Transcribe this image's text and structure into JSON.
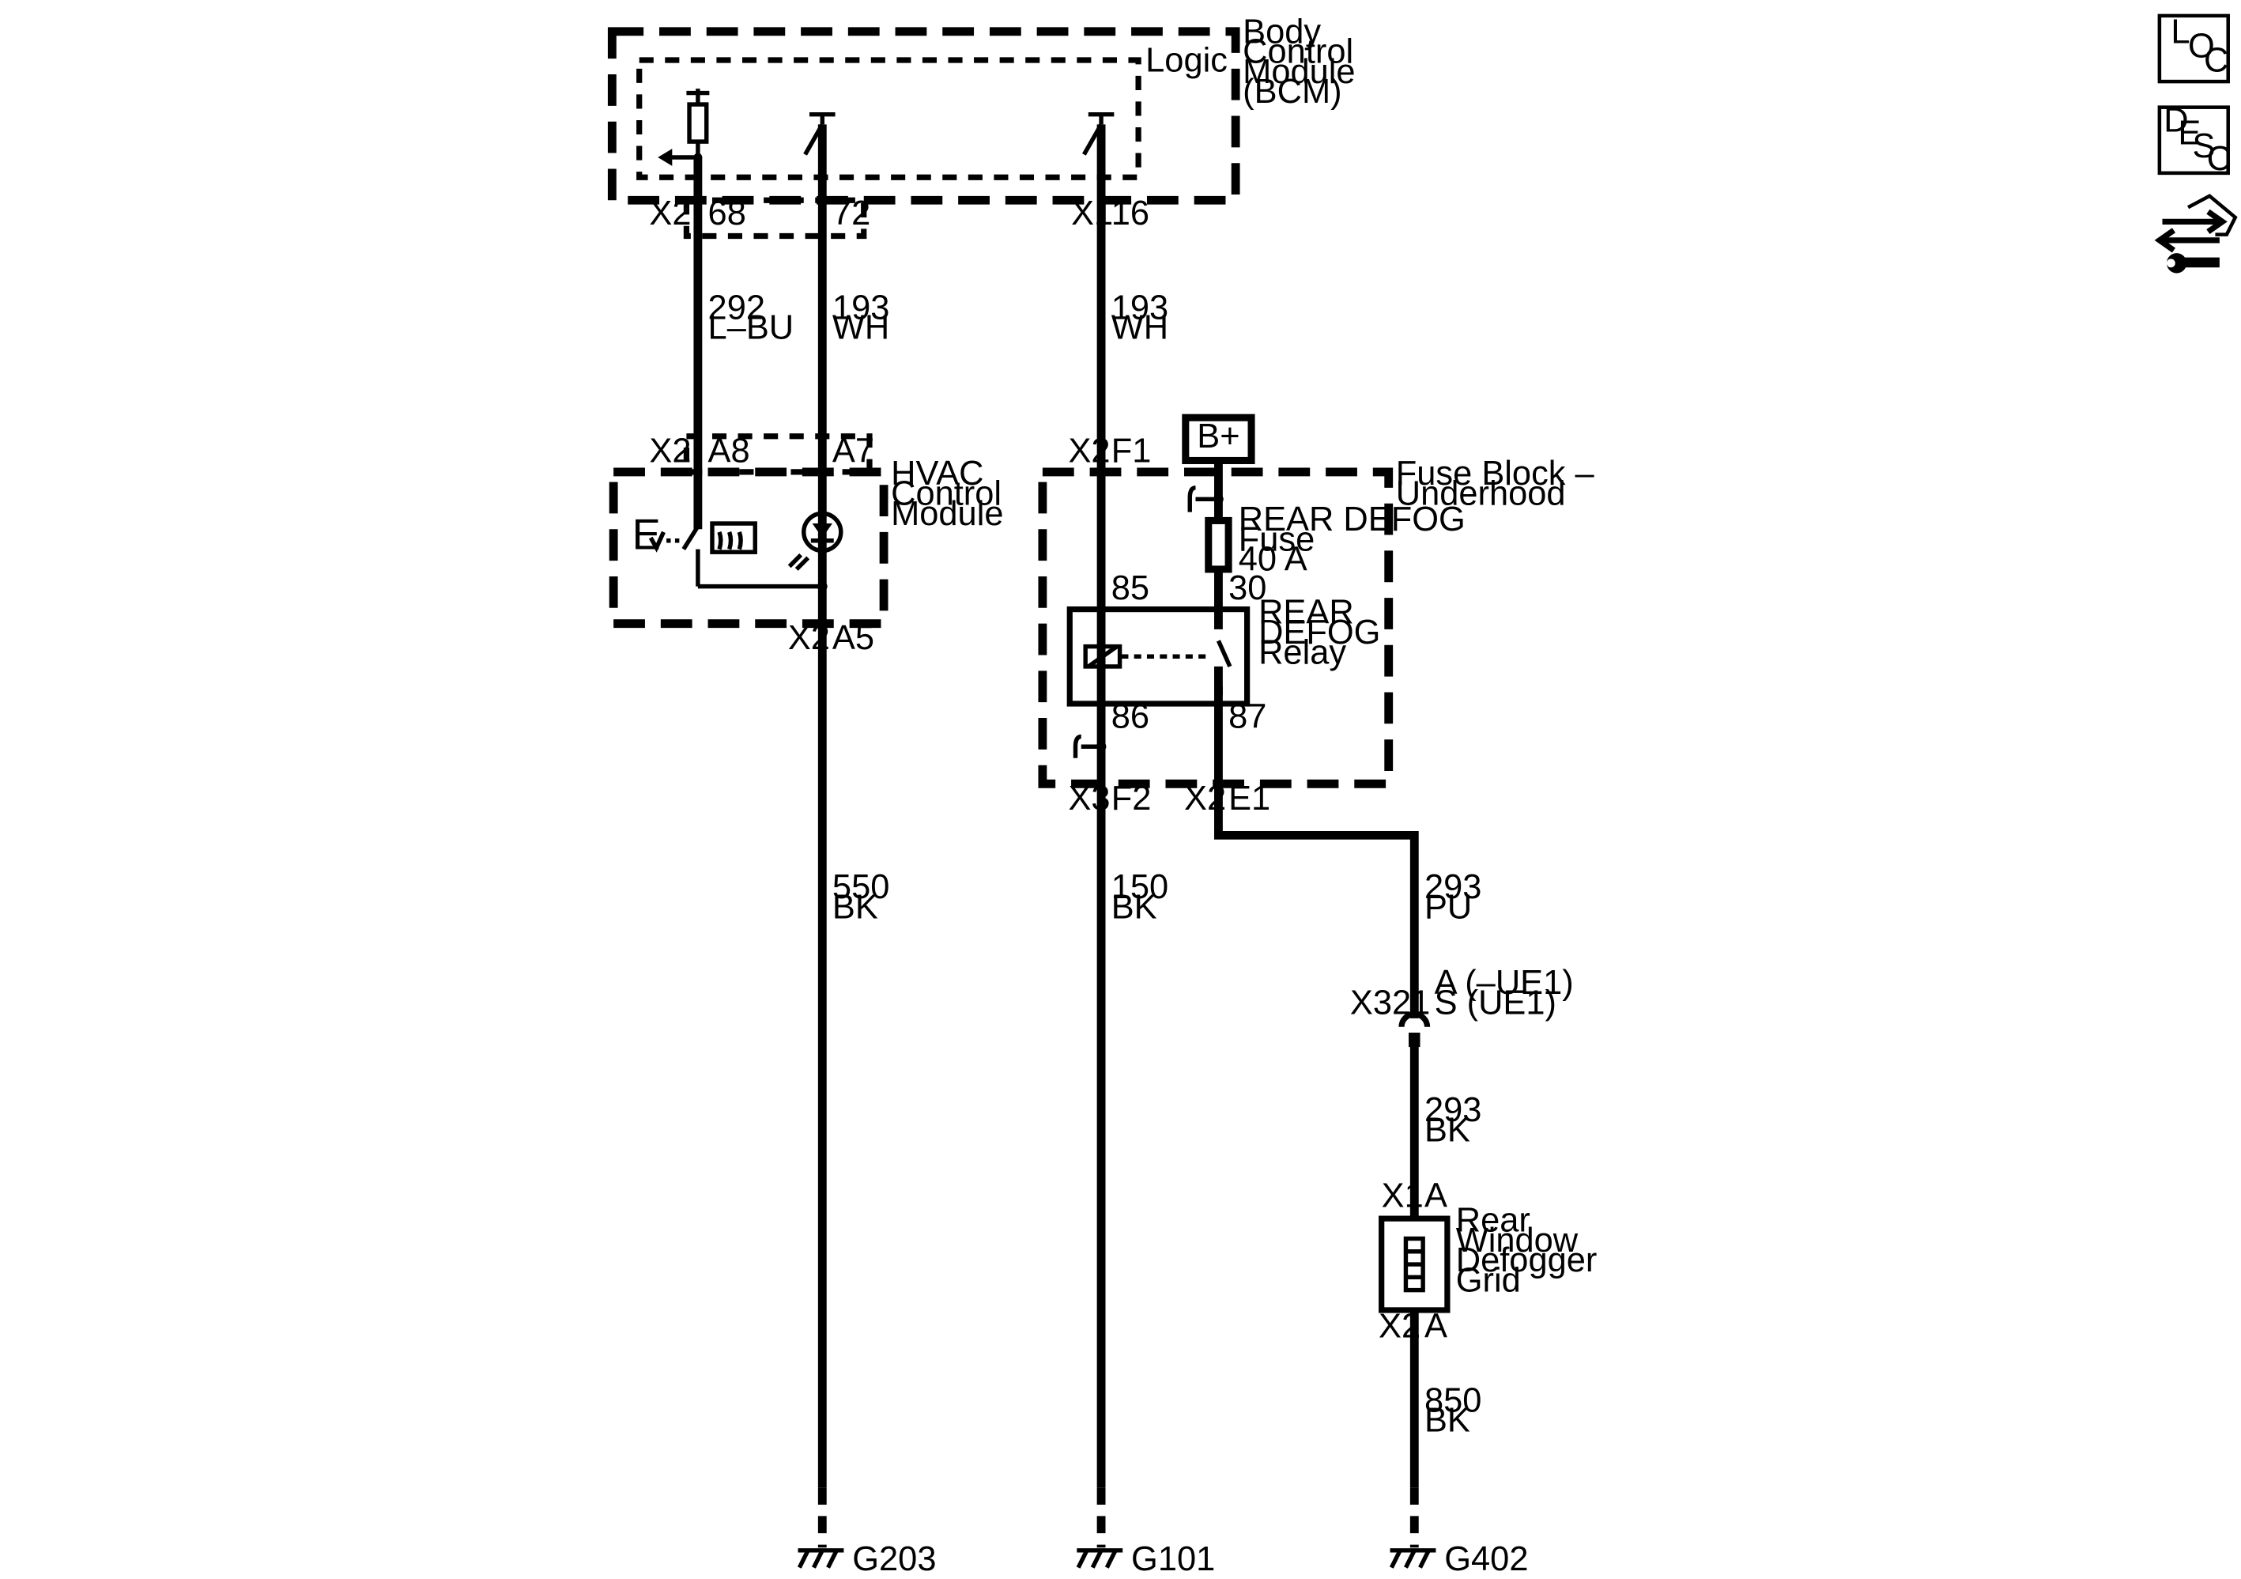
{
  "modules": {
    "bcm": {
      "name_lines": [
        "Body",
        "Control",
        "Module",
        "(BCM)"
      ],
      "logic": "Logic"
    },
    "hvac": {
      "name_lines": [
        "HVAC",
        "Control",
        "Module"
      ]
    },
    "fuse_block": {
      "name_lines": [
        "Fuse Block –",
        "Underhood"
      ]
    },
    "relay": {
      "name_lines": [
        "REAR",
        "DEFOG",
        "Relay"
      ]
    },
    "fuse": {
      "name_lines": [
        "REAR DEFOG",
        "Fuse",
        "40 A"
      ]
    },
    "grid": {
      "name_lines": [
        "Rear",
        "Window",
        "Defogger",
        "Grid"
      ]
    },
    "battery": "B+",
    "hvac_switch_symbol": "E"
  },
  "connectors": {
    "bcm_x2": "X2",
    "bcm_68": "68",
    "bcm_72": "72",
    "bcm_x1": "X1",
    "bcm_16": "16",
    "hvac_x2_top": "X2",
    "hvac_a8": "A8",
    "hvac_a7": "A7",
    "hvac_x2_bot": "X2",
    "hvac_a5": "A5",
    "fb_x2_top": "X2",
    "fb_f1": "F1",
    "relay_85": "85",
    "relay_86": "86",
    "relay_30": "30",
    "relay_87": "87",
    "fb_x3": "X3",
    "fb_f2": "F2",
    "fb_x2_bot": "X2",
    "fb_e1": "E1",
    "inline": "X321",
    "inline_a": "A (–UE1)",
    "inline_s": "S (UE1)",
    "grid_x1": "X1",
    "grid_a1": "A",
    "grid_x2": "X2",
    "grid_a2": "A"
  },
  "wires": {
    "w292": [
      "292",
      "L–BU"
    ],
    "w193a": [
      "193",
      "WH"
    ],
    "w193b": [
      "193",
      "WH"
    ],
    "w550": [
      "550",
      "BK"
    ],
    "w150": [
      "150",
      "BK"
    ],
    "w293pu": [
      "293",
      "PU"
    ],
    "w293bk": [
      "293",
      "BK"
    ],
    "w850": [
      "850",
      "BK"
    ]
  },
  "grounds": {
    "g203": "G203",
    "g101": "G101",
    "g402": "G402"
  },
  "nav": {
    "loc": [
      "L",
      "O",
      "C"
    ],
    "desc": [
      "D",
      "E",
      "S",
      "C"
    ],
    "nav_icon": "swap-wrench-icon"
  }
}
